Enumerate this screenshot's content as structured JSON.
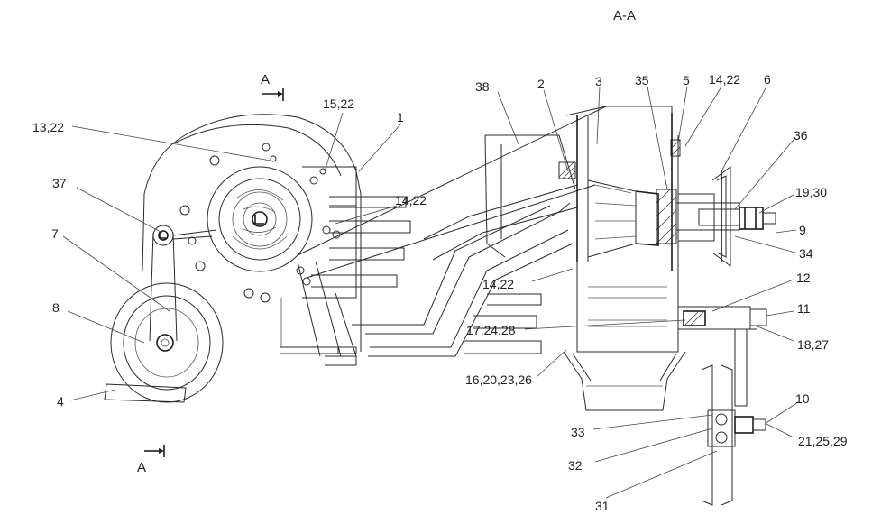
{
  "section_title": "A-A",
  "section_marks": {
    "top_letter": "A",
    "bottom_letter": "A"
  },
  "callouts": [
    {
      "id": "38",
      "text": "38"
    },
    {
      "id": "2",
      "text": "2"
    },
    {
      "id": "3",
      "text": "3"
    },
    {
      "id": "35",
      "text": "35"
    },
    {
      "id": "5",
      "text": "5"
    },
    {
      "id": "14_22_top",
      "text": "14,22"
    },
    {
      "id": "6",
      "text": "6"
    },
    {
      "id": "15_22",
      "text": "15,22"
    },
    {
      "id": "1",
      "text": "1"
    },
    {
      "id": "13_22",
      "text": "13,22"
    },
    {
      "id": "36",
      "text": "36"
    },
    {
      "id": "37",
      "text": "37"
    },
    {
      "id": "14_22_mid",
      "text": "14,22"
    },
    {
      "id": "19_30",
      "text": "19,30"
    },
    {
      "id": "7",
      "text": "7"
    },
    {
      "id": "9",
      "text": "9"
    },
    {
      "id": "34",
      "text": "34"
    },
    {
      "id": "12",
      "text": "12"
    },
    {
      "id": "14_22_low",
      "text": "14,22"
    },
    {
      "id": "8",
      "text": "8"
    },
    {
      "id": "11",
      "text": "11"
    },
    {
      "id": "17_24_28",
      "text": "17,24,28"
    },
    {
      "id": "18_27",
      "text": "18,27"
    },
    {
      "id": "16_20_23_26",
      "text": "16,20,23,26"
    },
    {
      "id": "4",
      "text": "4"
    },
    {
      "id": "10",
      "text": "10"
    },
    {
      "id": "33",
      "text": "33"
    },
    {
      "id": "21_25_29",
      "text": "21,25,29"
    },
    {
      "id": "32",
      "text": "32"
    },
    {
      "id": "31",
      "text": "31"
    }
  ]
}
